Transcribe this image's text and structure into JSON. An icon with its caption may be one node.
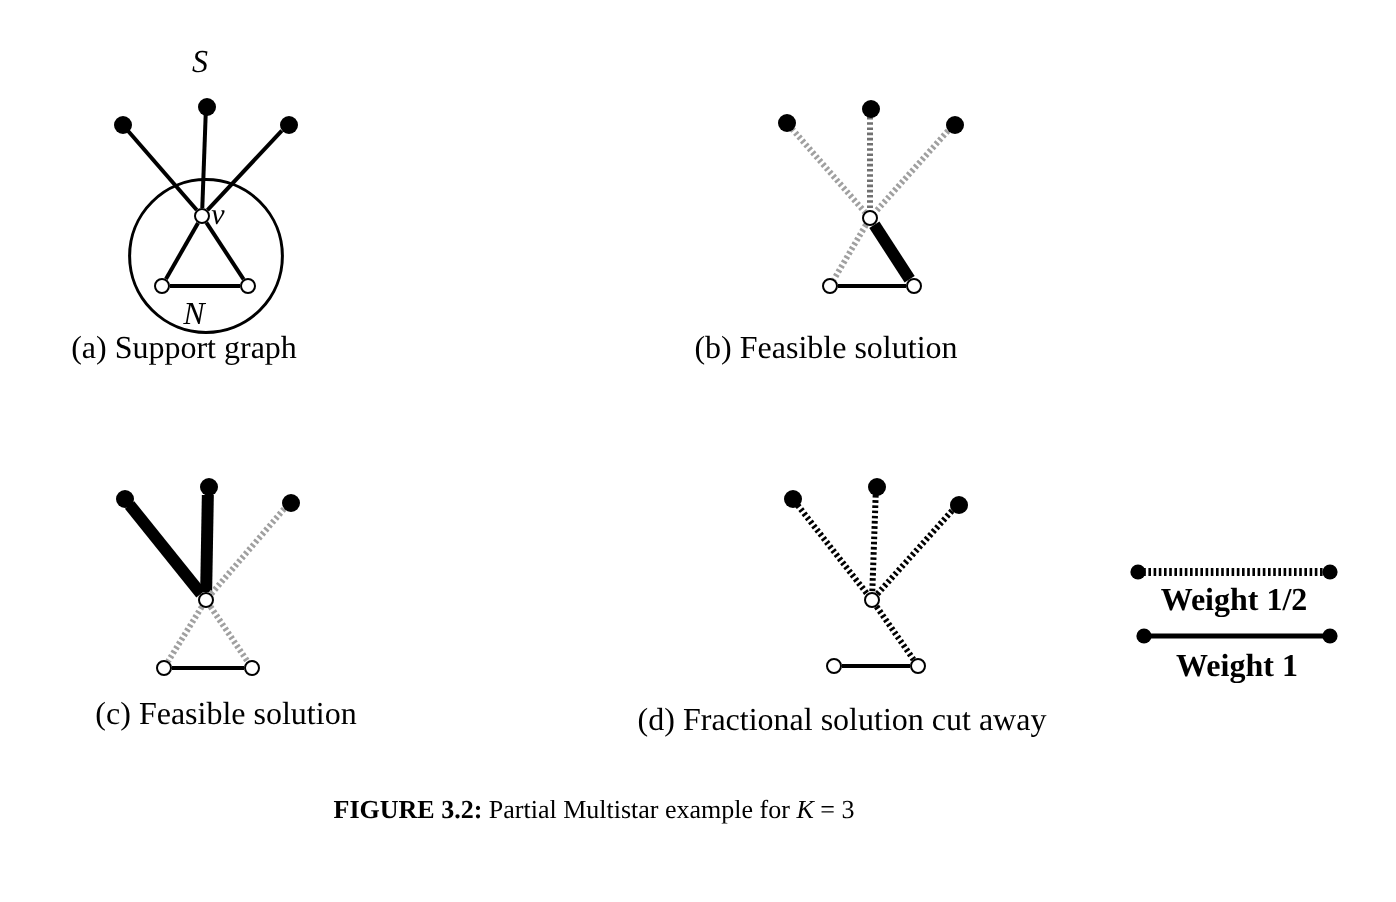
{
  "diagram": {
    "caption": "**FIGURE 3.2:** Partial Multistar example for *K* = 3",
    "nodes": [
      {
        "text": [],
        "shape": "circle"
      },
      {
        "text": [],
        "shape": "circle"
      },
      {
        "text": [],
        "shape": "circle"
      },
      {
        "text": [
          "N"
        ]
      },
      {
        "text": [],
        "shape": "circle",
        "in": 3,
        "beside": [
          "v"
        ]
      },
      {
        "text": [],
        "shape": "circle",
        "in": 3
      },
      {
        "text": [],
        "shape": "circle",
        "in": 3
      },
      {
        "text": [],
        "shape": "circle"
      },
      {
        "text": [],
        "shape": "circle"
      },
      {
        "text": [],
        "shape": "circle"
      },
      {
        "text": [],
        "shape": "circle"
      },
      {
        "text": [],
        "shape": "circle"
      },
      {
        "text": [],
        "shape": "circle"
      },
      {
        "text": [],
        "shape": "circle"
      },
      {
        "text": [],
        "shape": "circle"
      },
      {
        "text": [],
        "shape": "circle"
      },
      {
        "text": [],
        "shape": "circle"
      },
      {
        "text": [],
        "shape": "circle"
      },
      {
        "text": [],
        "shape": "circle"
      },
      {
        "text": [],
        "shape": "circle"
      },
      {
        "text": [],
        "shape": "circle"
      },
      {
        "text": [],
        "shape": "circle"
      },
      {
        "text": [],
        "shape": "circle"
      },
      {
        "text": [],
        "shape": "circle"
      },
      {
        "text": [],
        "shape": "circle"
      }
    ],
    "edges": [
      {
        "from": 0,
        "to": 4,
        "arrow": "none"
      },
      {
        "from": 1,
        "to": 4,
        "arrow": "none"
      },
      {
        "from": 2,
        "to": 4,
        "arrow": "none"
      },
      {
        "from": 4,
        "to": 5,
        "arrow": "none"
      },
      {
        "from": 4,
        "to": 6,
        "arrow": "none"
      },
      {
        "from": 5,
        "to": 6,
        "arrow": "none"
      },
      {
        "from": 7,
        "to": 10,
        "arrow": "none",
        "style": "dashed",
        "color": "#a0a0a0"
      },
      {
        "from": 8,
        "to": 10,
        "arrow": "none",
        "style": "dashed",
        "color": "#707070"
      },
      {
        "from": 9,
        "to": 10,
        "arrow": "none",
        "style": "dashed",
        "color": "#a0a0a0"
      },
      {
        "from": 10,
        "to": 11,
        "arrow": "none",
        "style": "dashed",
        "color": "#a0a0a0"
      },
      {
        "from": 10,
        "to": 12,
        "arrow": "none",
        "style": "thick"
      },
      {
        "from": 11,
        "to": 12,
        "arrow": "none"
      },
      {
        "from": 13,
        "to": 16,
        "arrow": "none",
        "style": "thick"
      },
      {
        "from": 14,
        "to": 16,
        "arrow": "none",
        "style": "thick"
      },
      {
        "from": 15,
        "to": 16,
        "arrow": "none",
        "style": "dashed",
        "color": "#a0a0a0"
      },
      {
        "from": 16,
        "to": 17,
        "arrow": "none",
        "style": "dashed",
        "color": "#a0a0a0"
      },
      {
        "from": 16,
        "to": 18,
        "arrow": "none",
        "style": "dashed",
        "color": "#a0a0a0"
      },
      {
        "from": 17,
        "to": 18,
        "arrow": "none"
      },
      {
        "from": 19,
        "to": 22,
        "arrow": "none",
        "style": "dashed"
      },
      {
        "from": 20,
        "to": 22,
        "arrow": "none",
        "style": "dashed"
      },
      {
        "from": 21,
        "to": 22,
        "arrow": "none",
        "style": "dashed"
      },
      {
        "from": 22,
        "to": 24,
        "arrow": "none",
        "style": "dashed"
      },
      {
        "from": 23,
        "to": 24,
        "arrow": "none"
      }
    ],
    "labels": [
      "S",
      "(a) Support graph",
      "(b) Feasible solution",
      "(c) Feasible solution",
      "(d) Fractional solution cut away"
    ],
    "legend": [
      {
        "text": "Weight 1/2"
      },
      {
        "text": "Weight 1"
      }
    ]
  }
}
